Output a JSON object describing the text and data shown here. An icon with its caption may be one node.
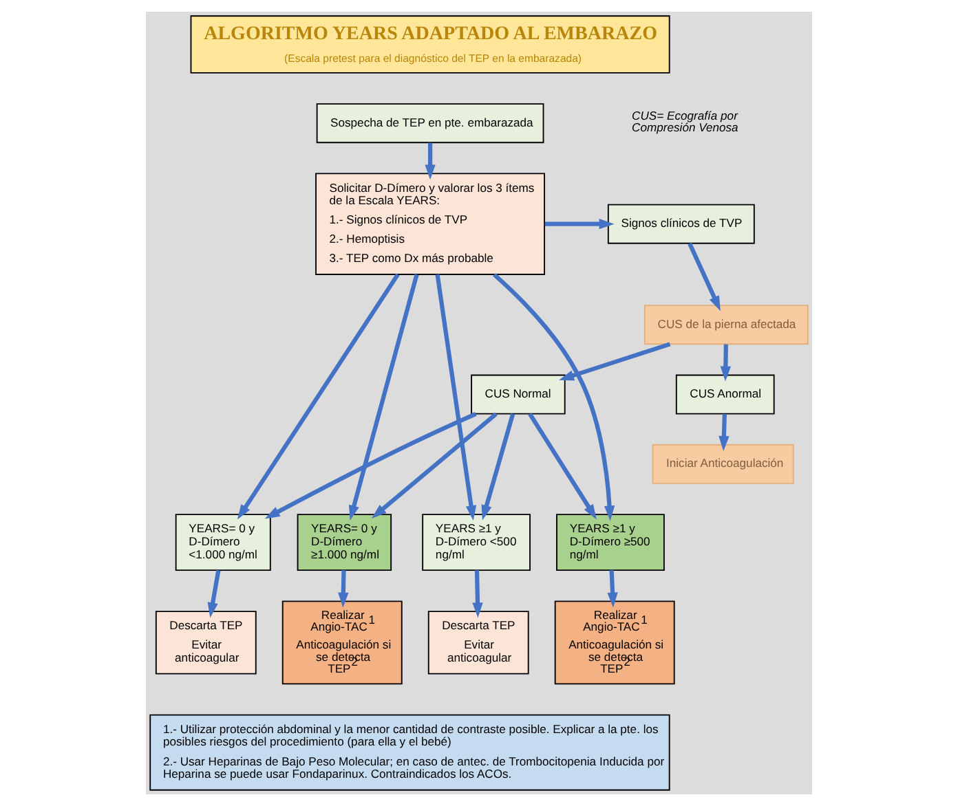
{
  "diagram": {
    "nodes": [
      {
        "text": [
          "ALGORITMO YEARS ADAPTADO AL EMBARAZO",
          "(Escala pretest para el diagnóstico del TEP en la embarazada)"
        ]
      },
      {
        "text": [
          "Sospecha de TEP en pte. embarazada"
        ]
      },
      {
        "text": [
          "Solicitar D-Dímero y valorar los 3 ítems de la Escala YEARS:",
          "1.- Signos clínicos de TVP",
          "2.- Hemoptisis",
          "3.- TEP como Dx más probable"
        ]
      },
      {
        "text": [
          "Signos clínicos de TVP"
        ]
      },
      {
        "text": [
          "CUS de la pierna afectada"
        ]
      },
      {
        "text": [
          "CUS Normal"
        ]
      },
      {
        "text": [
          "CUS Anormal"
        ]
      },
      {
        "text": [
          "Iniciar Anticoagulación"
        ]
      },
      {
        "text": [
          "YEARS= 0 y D-Dímero <1.000 ng/ml"
        ]
      },
      {
        "text": [
          "YEARS= 0 y D-Dímero ≥1.000 ng/ml"
        ]
      },
      {
        "text": [
          "YEARS ≥1 y D-Dímero <500 ng/ml"
        ]
      },
      {
        "text": [
          "YEARS ≥1 y D-Dímero ≥500 ng/ml"
        ]
      },
      {
        "text": [
          "Descarta TEP",
          "Evitar anticoagular"
        ]
      },
      {
        "text": [
          "Realizar Angio-TAC$^{1}$",
          "Anticoagulación si se detecta TEP$^{2}$"
        ]
      },
      {
        "text": [
          "Descarta TEP",
          "Evitar anticoagular"
        ]
      },
      {
        "text": [
          "Realizar Angio-TAC$^{1}$",
          "Anticoagulación si se detecta TEP$^{2}$"
        ]
      },
      {
        "text": [
          "1.- Utilizar protección abdominal y la menor cantidad de contraste posible. Explicar a la pte. los posibles riesgos del procedimiento (para ella y el bebé)",
          "2.- Usar Heparinas de Bajo Peso Molecular; en caso de antec. de Trombocitopenia Inducida por Heparina se puede usar Fondaparinux. Contraindicados los ACOs."
        ]
      }
    ],
    "edges": [
      {
        "from": 1,
        "to": 2,
        "arrow": "to"
      },
      {
        "from": 2,
        "to": 3,
        "arrow": "to"
      },
      {
        "from": 3,
        "to": 4,
        "arrow": "to"
      },
      {
        "from": 4,
        "to": 5,
        "arrow": "to"
      },
      {
        "from": 4,
        "to": 6,
        "arrow": "to"
      },
      {
        "from": 6,
        "to": 7,
        "arrow": "to"
      },
      {
        "from": 2,
        "to": 8,
        "arrow": "to"
      },
      {
        "from": 2,
        "to": 9,
        "arrow": "to"
      },
      {
        "from": 2,
        "to": 10,
        "arrow": "to"
      },
      {
        "from": 2,
        "to": 11,
        "arrow": "to"
      },
      {
        "from": 5,
        "to": 8,
        "arrow": "to"
      },
      {
        "from": 5,
        "to": 9,
        "arrow": "to"
      },
      {
        "from": 5,
        "to": 10,
        "arrow": "to"
      },
      {
        "from": 5,
        "to": 11,
        "arrow": "to"
      },
      {
        "from": 8,
        "to": 12,
        "arrow": "to"
      },
      {
        "from": 9,
        "to": 13,
        "arrow": "to"
      },
      {
        "from": 10,
        "to": 14,
        "arrow": "to"
      },
      {
        "from": 11,
        "to": 15,
        "arrow": "to"
      }
    ],
    "labels": [
      "CUS= Ecografía por Compresión Venosa"
    ]
  }
}
